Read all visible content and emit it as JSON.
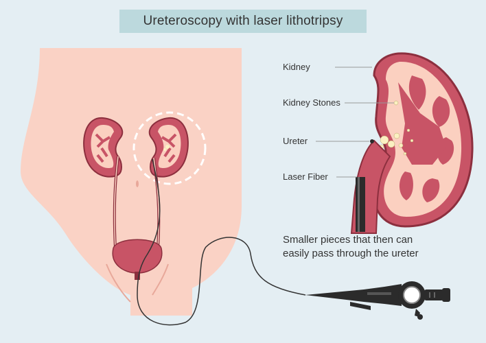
{
  "title": "Ureteroscopy with laser lithotripsy",
  "labels": {
    "kidney": "Kidney",
    "kidney_stones": "Kidney Stones",
    "ureter": "Ureter",
    "laser_fiber": "Laser Fiber"
  },
  "caption": {
    "line1": "Smaller pieces that then can",
    "line2": "easily pass through the ureter"
  },
  "colors": {
    "background": "#e4eef3",
    "title_box": "#bcd9dd",
    "skin": "#fad2c5",
    "organ": "#c85466",
    "organ_dark": "#8c2f3e",
    "organ_light": "#fbd0c0",
    "stone": "#fbf0c2",
    "scope": "#2b2b2b"
  },
  "icons": [
    "ureteroscope-icon"
  ]
}
